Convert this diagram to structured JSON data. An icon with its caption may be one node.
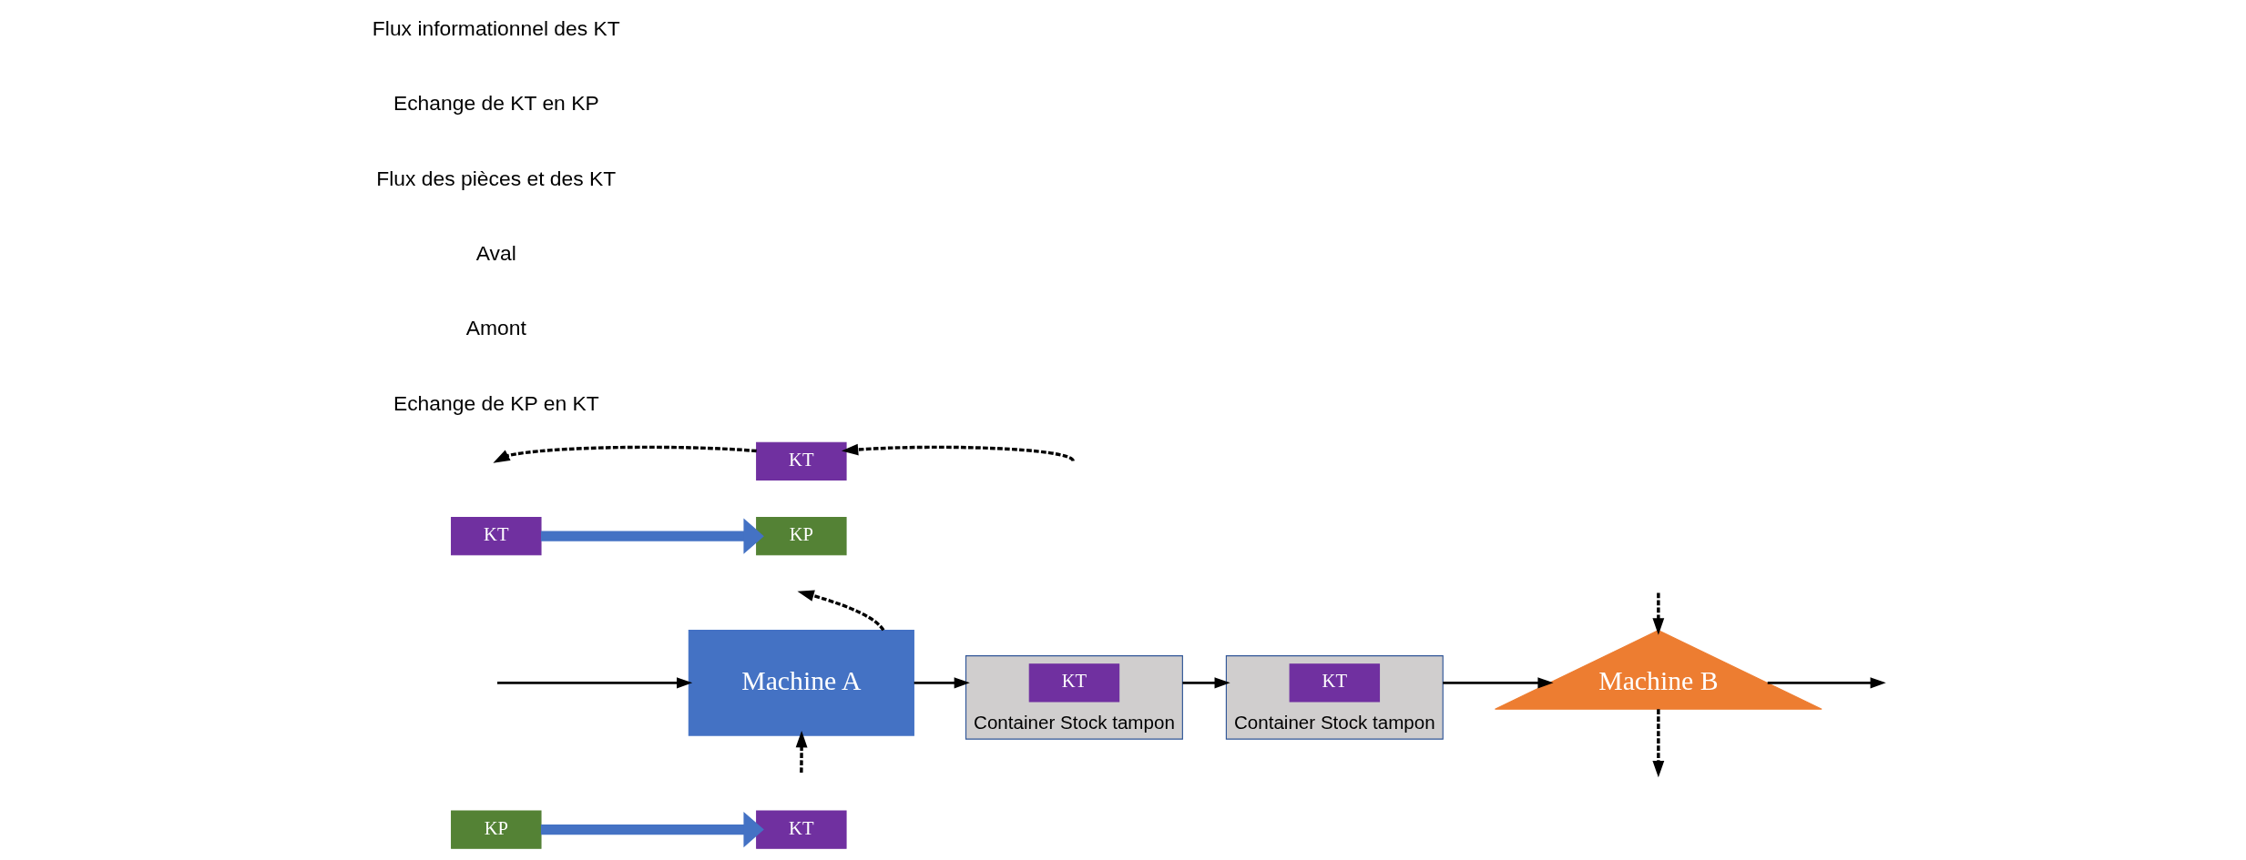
{
  "diagram": {
    "nodes": [
      {
        "text": [
          "KP"
        ]
      },
      {
        "text": [
          "KT"
        ]
      },
      {
        "text": [
          "Machine A"
        ]
      },
      {
        "text": [
          "Container Stock tampon"
        ]
      },
      {
        "text": [
          "KT"
        ],
        "in": 3
      },
      {
        "text": [
          "Container Stock tampon"
        ]
      },
      {
        "text": [
          "KT"
        ],
        "in": 5
      },
      {
        "text": [
          "Machine B"
        ]
      },
      {
        "text": [
          "KT"
        ]
      },
      {
        "text": [
          "KP"
        ]
      },
      {
        "text": [
          "KT"
        ]
      }
    ],
    "edges": [
      {
        "from": 0,
        "to": 1,
        "arrow": "to",
        "style": "thick",
        "color": "#4472c4"
      },
      {
        "from": null,
        "to": 2,
        "arrow": "to"
      },
      {
        "from": 2,
        "to": 3,
        "arrow": "to"
      },
      {
        "from": 3,
        "to": 5,
        "arrow": "to"
      },
      {
        "from": 5,
        "to": 7,
        "arrow": "to"
      },
      {
        "from": 7,
        "to": null,
        "arrow": "to"
      },
      {
        "from": 8,
        "to": 9,
        "arrow": "to",
        "style": "thick",
        "color": "#4472c4"
      },
      {
        "from": 2,
        "to": null,
        "arrow": "to",
        "style": "dashed"
      },
      {
        "from": null,
        "to": 2,
        "arrow": "to",
        "style": "dashed"
      },
      {
        "from": 7,
        "to": null,
        "arrow": "to",
        "style": "dashed"
      },
      {
        "from": null,
        "to": 7,
        "arrow": "to",
        "style": "dashed"
      },
      {
        "from": 10,
        "to": null,
        "arrow": "to",
        "style": "dashed"
      },
      {
        "from": null,
        "to": 10,
        "arrow": "to",
        "style": "dashed"
      }
    ],
    "labels": [
      "Echange de KP en KT",
      "Amont",
      "Aval",
      "Flux des pièces et des KT",
      "Echange de KT en KP",
      "Flux informationnel des KT"
    ]
  }
}
